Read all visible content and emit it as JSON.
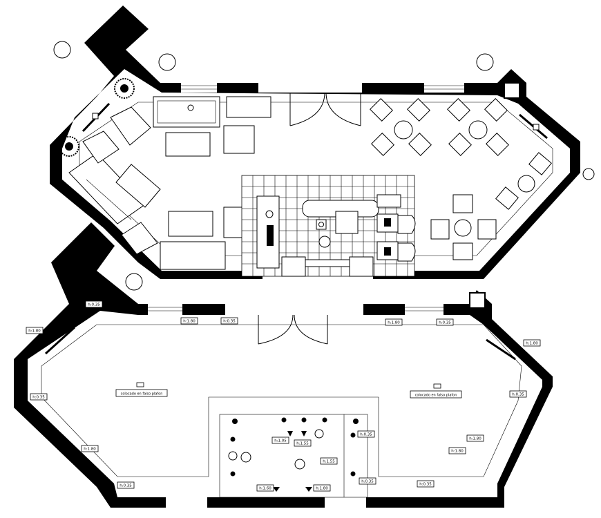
{
  "drawing": {
    "upper_plan": "furniture-layout",
    "lower_plan": "reflected-ceiling-plan",
    "colors": {
      "line": "#000000",
      "background": "#ffffff"
    }
  },
  "ceiling_notes": {
    "left": "colocado en falso plafon",
    "right": "colocado en falso plafon"
  },
  "height_tags": [
    "h:0.35",
    "h:1.80",
    "h:0.35",
    "h:1.80",
    "h:0.35",
    "h:1.80",
    "h:0.35",
    "h:1.80",
    "h:0.35",
    "h:1.80",
    "h:0.35",
    "h:1.80",
    "h:1.05",
    "h:1.55",
    "h:1.55",
    "h:0.35",
    "h:0.35",
    "h:1.60",
    "h:1.80",
    "h:1.80",
    "h:0.35"
  ]
}
